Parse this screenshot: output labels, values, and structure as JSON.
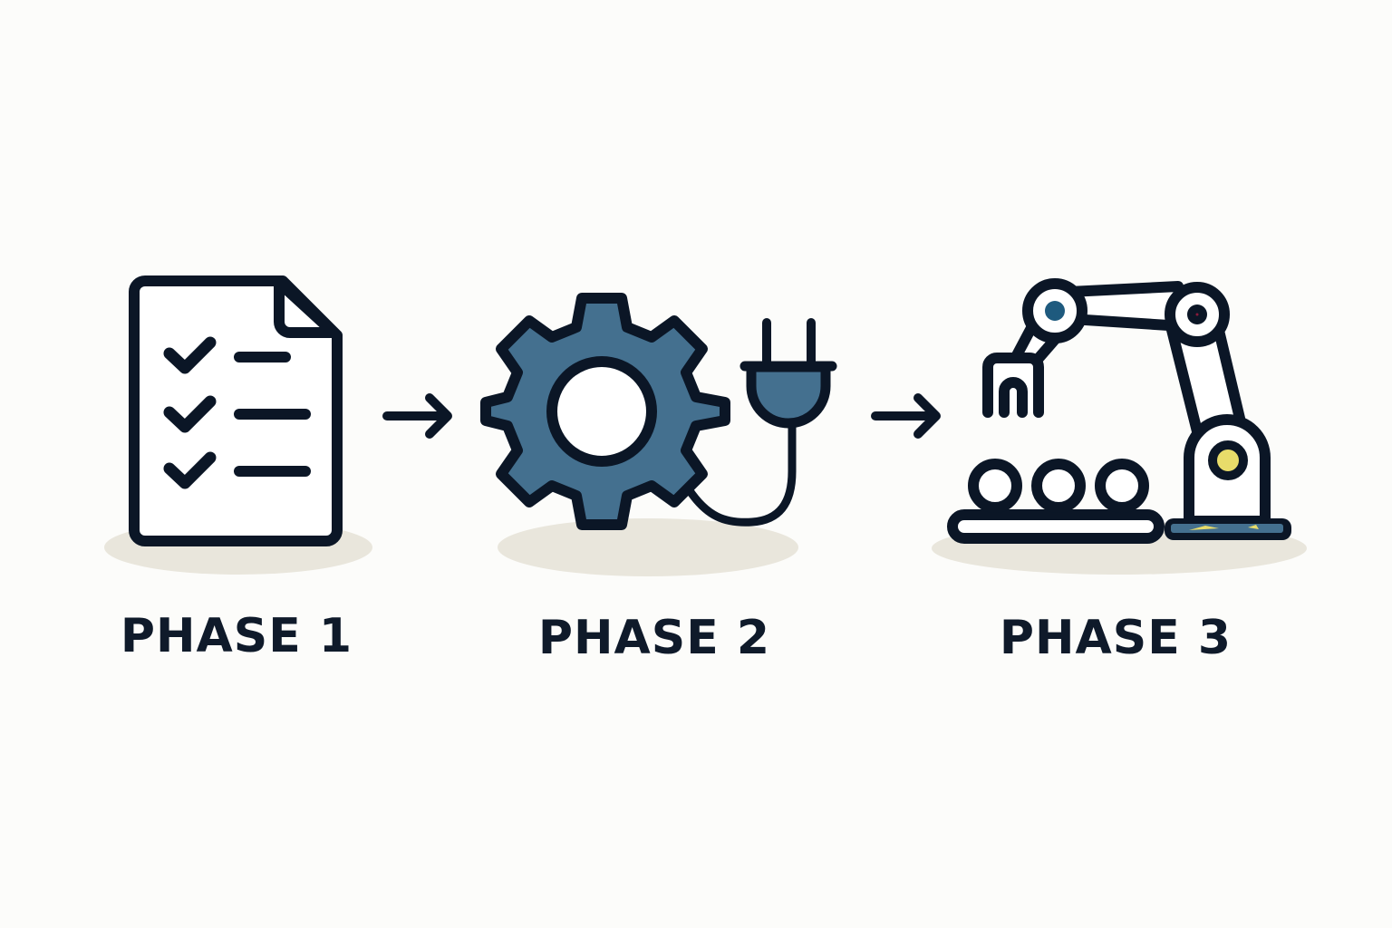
{
  "diagram": {
    "type": "process-flow",
    "direction": "left-to-right",
    "colors": {
      "background": "#fcfcfa",
      "outline": "#0b1626",
      "accent_blue": "#44708f",
      "joint_blue": "#1e5a7e",
      "joint_yellow": "#e8dc6a",
      "shadow": "#e9e6dc",
      "text": "#0f1a2a"
    },
    "phases": [
      {
        "label": "PHASE 1",
        "icon": "checklist-document-icon"
      },
      {
        "label": "PHASE 2",
        "icon": "gear-with-plug-icon"
      },
      {
        "label": "PHASE 3",
        "icon": "robotic-arm-assembly-line-icon"
      }
    ],
    "connectors": [
      {
        "from": "PHASE 1",
        "to": "PHASE 2",
        "icon": "arrow-right-icon"
      },
      {
        "from": "PHASE 2",
        "to": "PHASE 3",
        "icon": "arrow-right-icon"
      }
    ]
  }
}
